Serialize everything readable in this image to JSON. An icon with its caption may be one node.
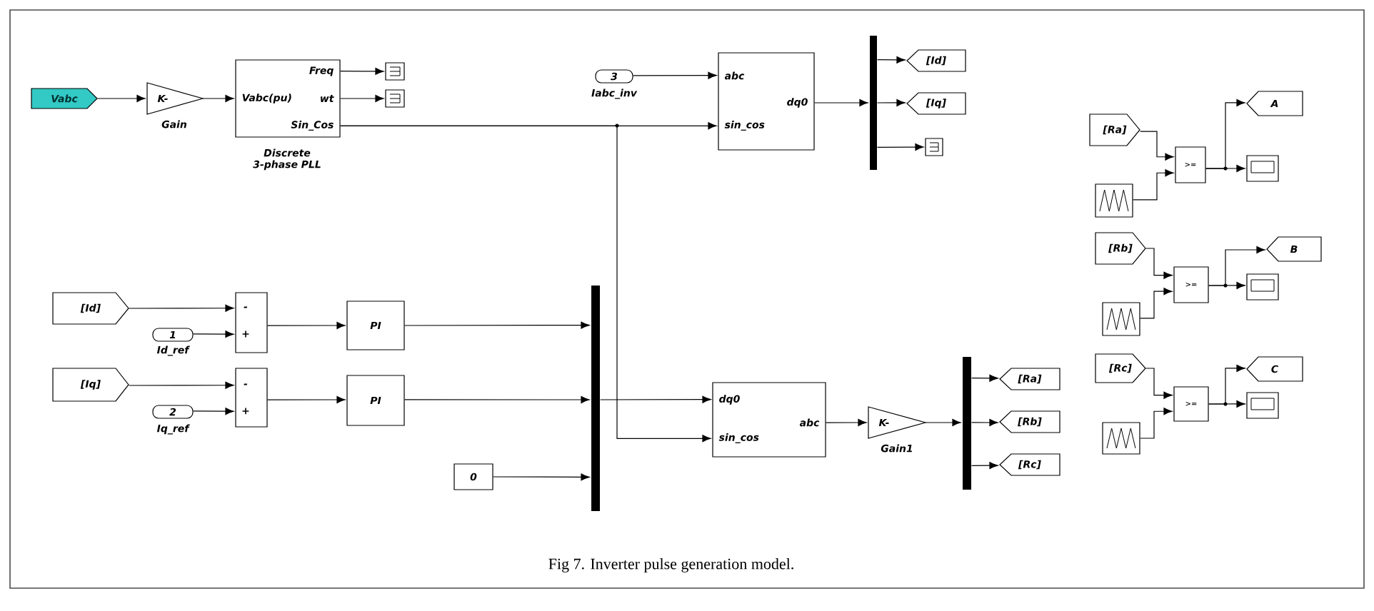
{
  "diagram": {
    "caption": "Fig 7. Inverter pulse generation model.",
    "nodes": [
      {
        "text": [
          "Vabc"
        ]
      },
      {
        "text": [
          "K-"
        ],
        "beside": [
          "Gain"
        ]
      },
      {
        "text": [
          "Freq",
          "Vabc(pu)",
          "wt",
          "Sin_Cos"
        ],
        "beside": [
          "Discrete 3-phase PLL"
        ]
      },
      {
        "text": [],
        "shape": "box"
      },
      {
        "text": [],
        "shape": "box"
      },
      {
        "text": [
          "3"
        ],
        "beside": [
          "Iabc_inv"
        ]
      },
      {
        "text": [
          "abc",
          "sin_cos",
          "dq0"
        ]
      },
      {
        "text": [],
        "shape": "bar"
      },
      {
        "text": [
          "[Id]"
        ]
      },
      {
        "text": [
          "[Iq]"
        ]
      },
      {
        "text": [],
        "shape": "box"
      },
      {
        "text": [
          "[Id]"
        ]
      },
      {
        "text": [
          "1"
        ],
        "beside": [
          "Id_ref"
        ]
      },
      {
        "text": [
          "-",
          "+"
        ]
      },
      {
        "text": [
          "PI"
        ]
      },
      {
        "text": [
          "[Iq]"
        ]
      },
      {
        "text": [
          "2"
        ],
        "beside": [
          "Iq_ref"
        ]
      },
      {
        "text": [
          "-",
          "+"
        ]
      },
      {
        "text": [
          "PI"
        ]
      },
      {
        "text": [
          "0"
        ]
      },
      {
        "text": [],
        "shape": "bar"
      },
      {
        "text": [
          "dq0",
          "sin_cos",
          "abc"
        ]
      },
      {
        "text": [
          "K-"
        ],
        "beside": [
          "Gain1"
        ]
      },
      {
        "text": [],
        "shape": "bar"
      },
      {
        "text": [
          "[Ra]"
        ]
      },
      {
        "text": [
          "[Rb]"
        ]
      },
      {
        "text": [
          "[Rc]"
        ]
      },
      {
        "text": [
          "[Ra]"
        ]
      },
      {
        "text": [],
        "shape": "box"
      },
      {
        "text": [
          ">="
        ]
      },
      {
        "text": [
          "A"
        ]
      },
      {
        "text": [],
        "shape": "box"
      },
      {
        "text": [
          "[Rb]"
        ]
      },
      {
        "text": [],
        "shape": "box"
      },
      {
        "text": [
          ">="
        ]
      },
      {
        "text": [
          "B"
        ]
      },
      {
        "text": [],
        "shape": "box"
      },
      {
        "text": [
          "[Rc]"
        ]
      },
      {
        "text": [],
        "shape": "box"
      },
      {
        "text": [
          ">="
        ]
      },
      {
        "text": [
          "C"
        ]
      },
      {
        "text": [],
        "shape": "box"
      }
    ],
    "edges": [
      {
        "from": 0,
        "to": 1,
        "arrow": "to"
      },
      {
        "from": 1,
        "to": 2,
        "arrow": "to"
      },
      {
        "from": 2,
        "to": 3,
        "arrow": "to"
      },
      {
        "from": 2,
        "to": 4,
        "arrow": "to"
      },
      {
        "from": 2,
        "to": 6,
        "arrow": "to"
      },
      {
        "from": 2,
        "to": 21,
        "arrow": "to"
      },
      {
        "from": 5,
        "to": 6,
        "arrow": "to"
      },
      {
        "from": 6,
        "to": 7,
        "arrow": "to"
      },
      {
        "from": 7,
        "to": 8,
        "arrow": "to"
      },
      {
        "from": 7,
        "to": 9,
        "arrow": "to"
      },
      {
        "from": 7,
        "to": 10,
        "arrow": "to"
      },
      {
        "from": 11,
        "to": 13,
        "arrow": "to"
      },
      {
        "from": 12,
        "to": 13,
        "arrow": "to"
      },
      {
        "from": 13,
        "to": 14,
        "arrow": "to"
      },
      {
        "from": 15,
        "to": 17,
        "arrow": "to"
      },
      {
        "from": 16,
        "to": 17,
        "arrow": "to"
      },
      {
        "from": 17,
        "to": 18,
        "arrow": "to"
      },
      {
        "from": 14,
        "to": 20,
        "arrow": "to"
      },
      {
        "from": 18,
        "to": 20,
        "arrow": "to"
      },
      {
        "from": 19,
        "to": 20,
        "arrow": "to"
      },
      {
        "from": 20,
        "to": 21,
        "arrow": "to"
      },
      {
        "from": 21,
        "to": 22,
        "arrow": "to"
      },
      {
        "from": 22,
        "to": 23,
        "arrow": "to"
      },
      {
        "from": 23,
        "to": 24,
        "arrow": "to"
      },
      {
        "from": 23,
        "to": 25,
        "arrow": "to"
      },
      {
        "from": 23,
        "to": 26,
        "arrow": "to"
      },
      {
        "from": 27,
        "to": 29,
        "arrow": "to"
      },
      {
        "from": 28,
        "to": 29,
        "arrow": "to"
      },
      {
        "from": 29,
        "to": 30,
        "arrow": "to"
      },
      {
        "from": 29,
        "to": 31,
        "arrow": "to"
      },
      {
        "from": 32,
        "to": 34,
        "arrow": "to"
      },
      {
        "from": 33,
        "to": 34,
        "arrow": "to"
      },
      {
        "from": 34,
        "to": 35,
        "arrow": "to"
      },
      {
        "from": 34,
        "to": 36,
        "arrow": "to"
      },
      {
        "from": 37,
        "to": 39,
        "arrow": "to"
      },
      {
        "from": 38,
        "to": 39,
        "arrow": "to"
      },
      {
        "from": 39,
        "to": 40,
        "arrow": "to"
      },
      {
        "from": 39,
        "to": 41,
        "arrow": "to"
      }
    ]
  }
}
